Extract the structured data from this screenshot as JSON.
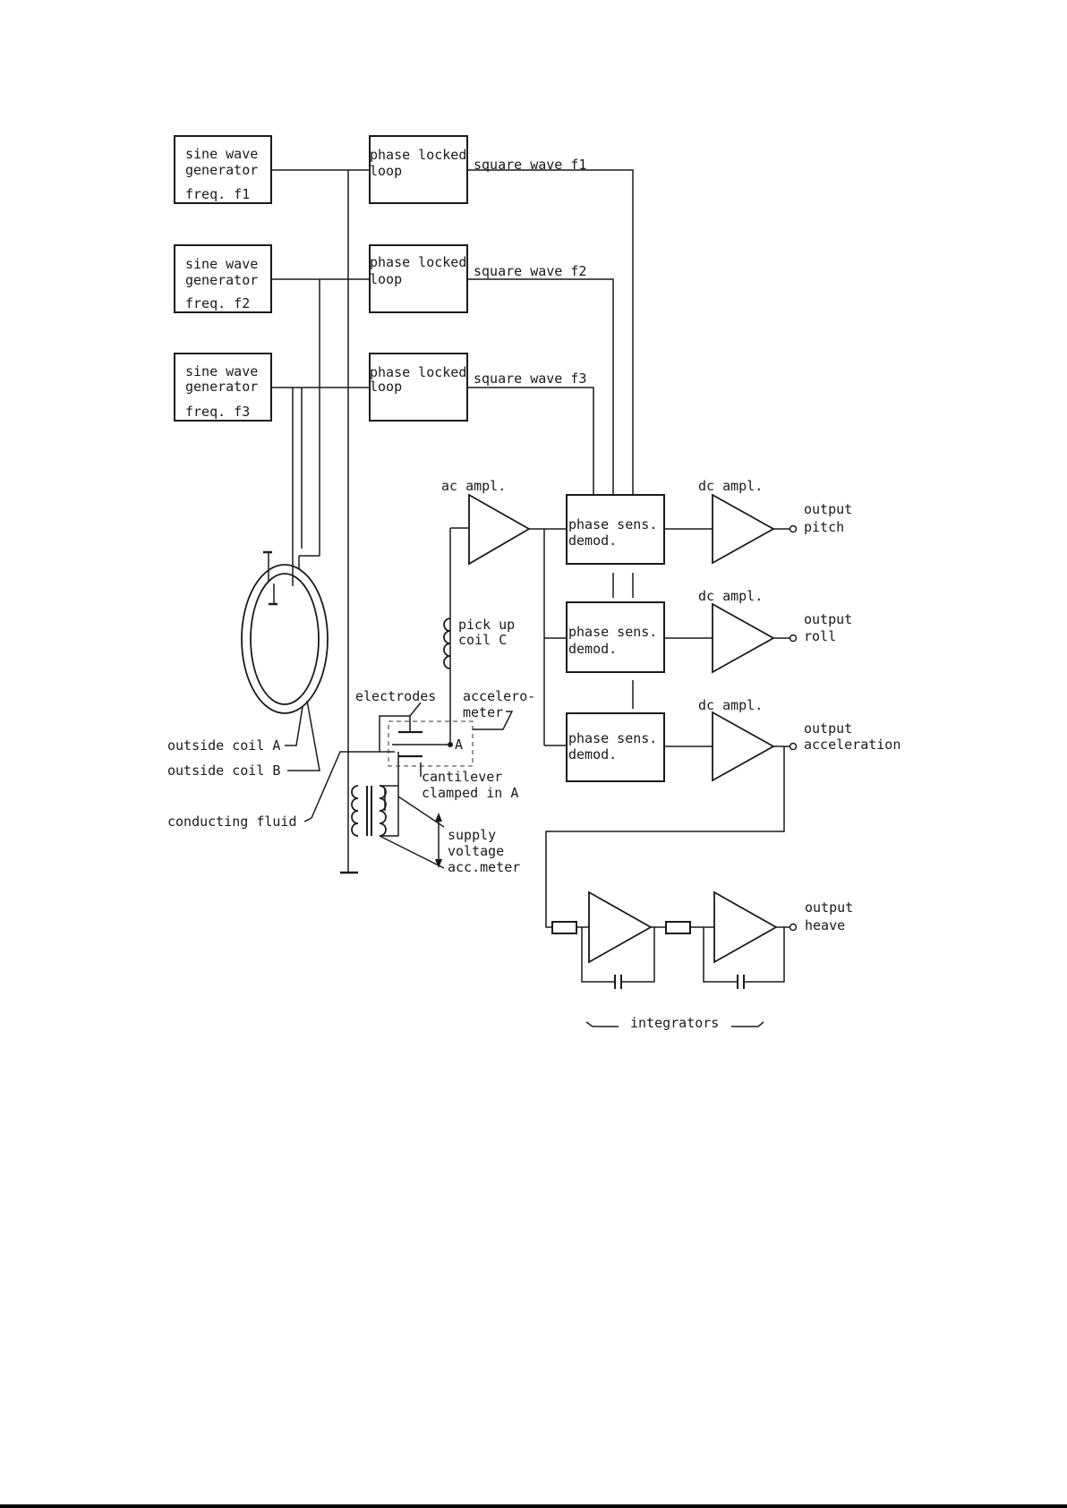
{
  "generators": [
    {
      "line1": "sine wave",
      "line2": "generator",
      "line3": "freq. f1"
    },
    {
      "line1": "sine wave",
      "line2": "generator",
      "line3": "freq. f2"
    },
    {
      "line1": "sine wave",
      "line2": "generator",
      "line3": "freq. f3"
    }
  ],
  "plls": [
    {
      "line1": "phase locked",
      "line2": "loop",
      "output": "square wave f1"
    },
    {
      "line1": "phase locked",
      "line2": "loop",
      "output": "square wave f2"
    },
    {
      "line1": "phase locked",
      "line2": "loop",
      "output": "square wave f3"
    }
  ],
  "ac_amp_label": "ac ampl.",
  "demods": [
    {
      "line1": "phase sens.",
      "line2": "demod."
    },
    {
      "line1": "phase sens.",
      "line2": "demod."
    },
    {
      "line1": "phase sens.",
      "line2": "demod."
    }
  ],
  "dc_amps": [
    "dc ampl.",
    "dc ampl.",
    "dc ampl."
  ],
  "outputs": [
    {
      "line1": "output",
      "line2": "pitch"
    },
    {
      "line1": "output",
      "line2": "roll"
    },
    {
      "line1": "output",
      "line2": "acceleration"
    },
    {
      "line1": "output",
      "line2": "heave"
    }
  ],
  "pickup": {
    "line1": "pick up",
    "line2": "coil C"
  },
  "electrodes_label": "electrodes",
  "accelerometer": {
    "line1": "accelero-",
    "line2": "meter"
  },
  "node_a_label": "A",
  "cantilever": {
    "line1": "cantilever",
    "line2": "clamped in A"
  },
  "coil_labels": {
    "a": "outside coil A",
    "b": "outside coil B"
  },
  "fluid_label": "conducting fluid",
  "supply": {
    "line1": "supply",
    "line2": "voltage",
    "line3": "acc.meter"
  },
  "integrators_label": "integrators"
}
